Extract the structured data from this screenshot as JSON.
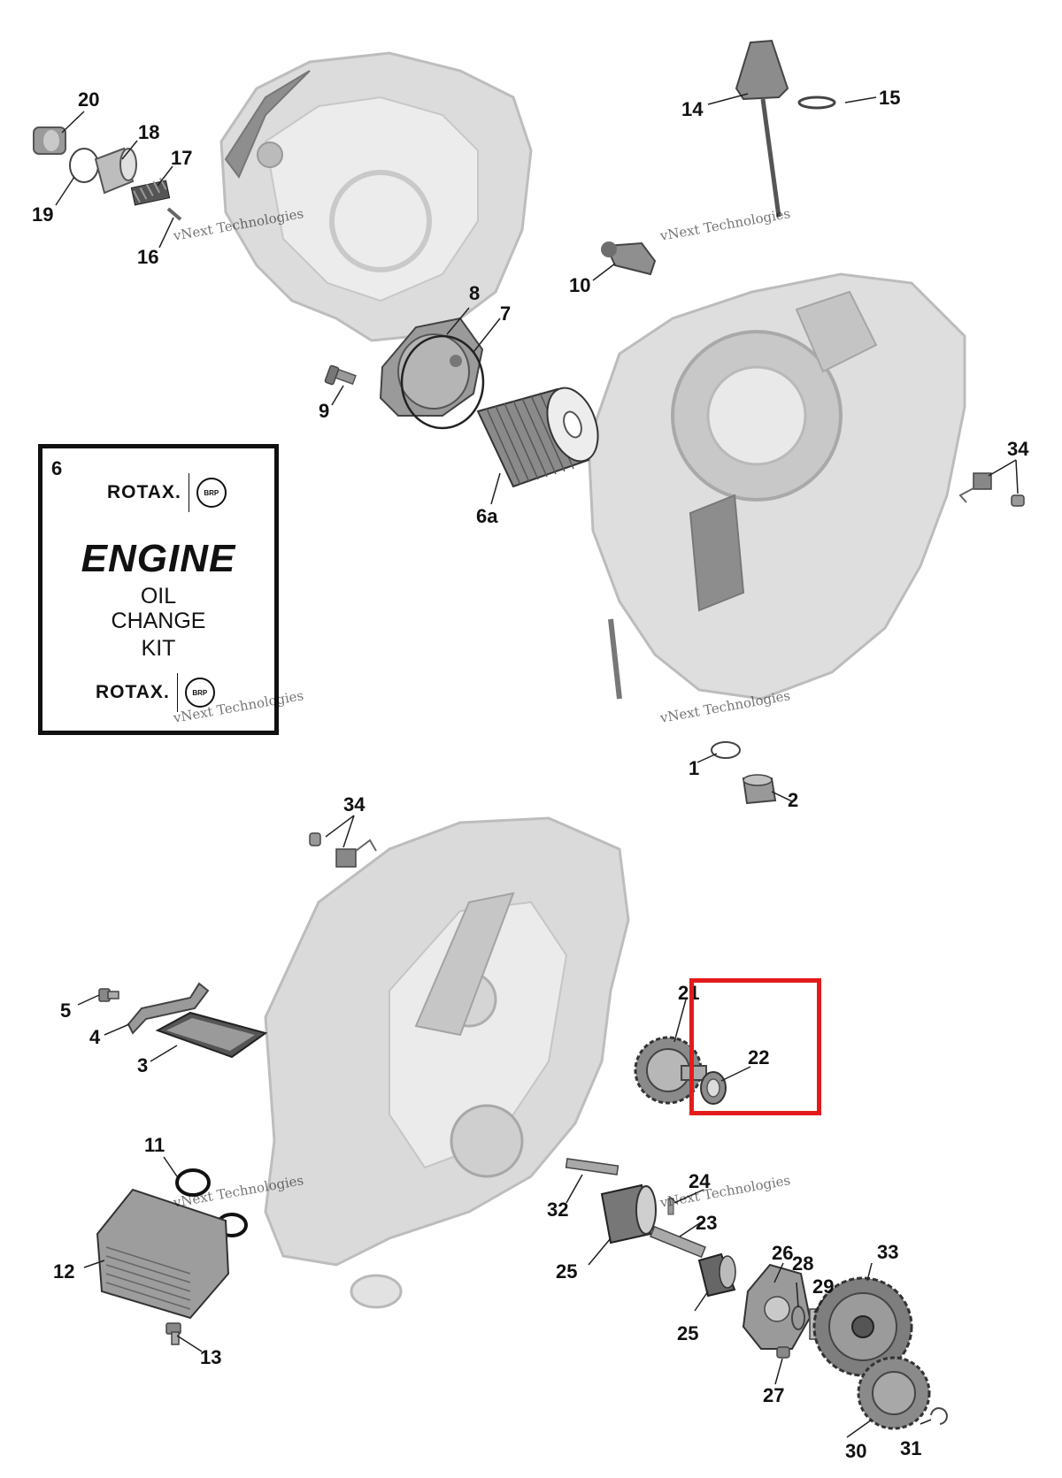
{
  "watermark": {
    "text": "vNext Technologies"
  },
  "kit_box": {
    "number": "6",
    "brand_top": "ROTAX.",
    "brand_bottom": "ROTAX.",
    "logo_text": "BRP",
    "title": "ENGINE",
    "line1": "OIL",
    "line2": "CHANGE",
    "line3": "KIT"
  },
  "part_labels": {
    "p1": "1",
    "p2": "2",
    "p3": "3",
    "p4": "4",
    "p5": "5",
    "p6a": "6a",
    "p7": "7",
    "p8": "8",
    "p9": "9",
    "p10": "10",
    "p11": "11",
    "p12": "12",
    "p13": "13",
    "p14": "14",
    "p15": "15",
    "p16": "16",
    "p17": "17",
    "p18": "18",
    "p19": "19",
    "p20": "20",
    "p21": "21",
    "p22": "22",
    "p23": "23",
    "p24": "24",
    "p25a": "25",
    "p25b": "25",
    "p26": "26",
    "p27": "27",
    "p28": "28",
    "p29": "29",
    "p30": "30",
    "p31": "31",
    "p32": "32",
    "p33": "33",
    "p34a": "34",
    "p34b": "34"
  },
  "highlight": {
    "color": "#e31b1b",
    "target_part": "22"
  },
  "colors": {
    "housing_fill": "#d9d9d9",
    "housing_stroke": "#b5b5b5",
    "part_dark": "#555555",
    "line": "#222222"
  }
}
